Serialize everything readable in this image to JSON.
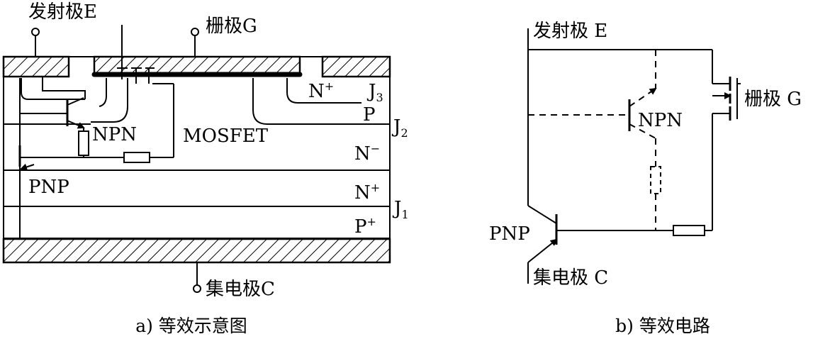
{
  "left": {
    "emitter_label": "发射极E",
    "gate_label": "栅极G",
    "collector_label": "集电极C",
    "n_plus_top": "N",
    "n_plus_top_sup": "+",
    "j3": "J",
    "j3_sub": "3",
    "p_region": "P",
    "j2": "J",
    "j2_sub": "2",
    "npn": "NPN",
    "mosfet": "MOSFET",
    "n_minus": "N",
    "n_minus_sup": "−",
    "pnp": "PNP",
    "n_plus_mid": "N",
    "n_plus_mid_sup": "+",
    "j1": "J",
    "j1_sub": "1",
    "p_plus": "P",
    "p_plus_sup": "+",
    "caption": "a) 等效示意图"
  },
  "right": {
    "emitter_label": "发射极 E",
    "gate_label": "栅极 G",
    "npn": "NPN",
    "pnp": "PNP",
    "collector_label": "集电极 C",
    "caption": "b) 等效电路"
  }
}
